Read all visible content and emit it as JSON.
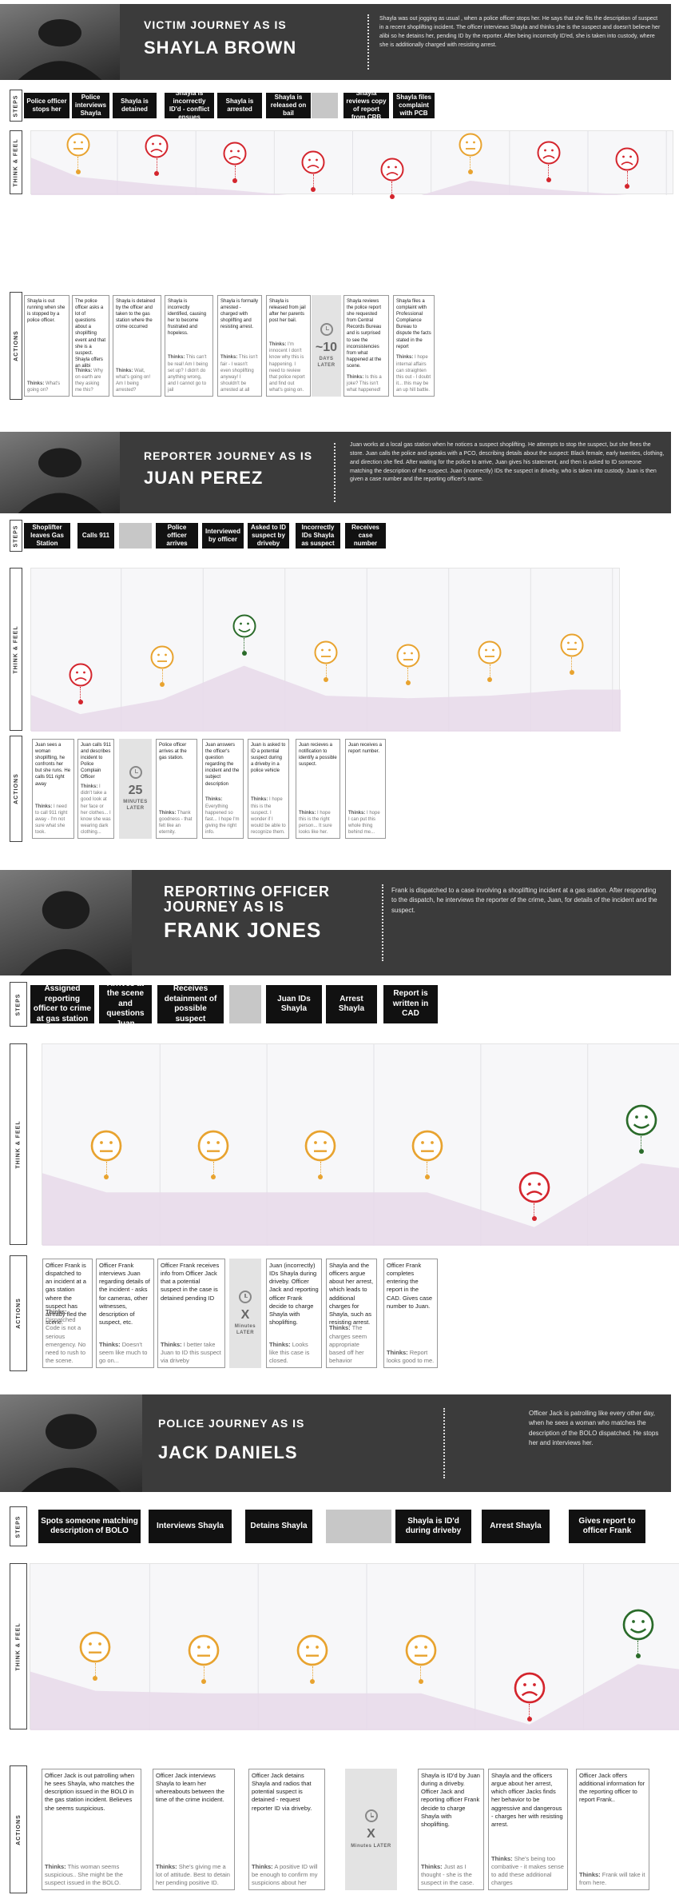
{
  "lanes": {
    "steps": "STEPS",
    "think": "THINK & FEEL",
    "actions": "ACTIONS"
  },
  "thinks_label": "Thinks:",
  "journeys": [
    {
      "id": "shayla",
      "title1": "VICTIM JOURNEY AS IS",
      "title2": "SHAYLA BROWN",
      "photo": "woman-profile-photo",
      "description": "Shayla was out jogging as usual , when a police officer stops her. He says that she fits the description of suspect in a recent shoplifting incident. The officer interviews Shayla and thinks she is the suspect and doesn't believe her alibi so he detains her, pending ID by the reporter. After being incorrectly ID'ed, she is taken into custody, where she is additionally charged with resisting arrest.",
      "steps": [
        "Police officer stops her",
        "Police interviews Shayla",
        "Shayla is detained",
        "Shayla is incorrectly ID'd - conflict ensues",
        "Shayla is arrested",
        "Shayla is released on bail",
        "",
        "Shayla reviews copy of report from CRB",
        "Shayla files complaint with PCB"
      ],
      "emotions": [
        "neutral",
        "sad",
        "sad",
        "sad",
        "sad",
        "neutral",
        "sad",
        "sad"
      ],
      "emotion_levels": [
        0.78,
        0.62,
        0.5,
        0.35,
        0.22,
        0.7,
        0.52,
        0.4
      ],
      "actions": [
        {
          "text": "Shayla is out running when she is stopped by a police officer.",
          "thinks": "What's going on?"
        },
        {
          "text": "The police officer asks a lot of questions about a shoplifting event and that she is a suspect. Shayla offers an alibi",
          "thinks": "Why on earth are they asking me this?"
        },
        {
          "text": "Shayla is detained by the officer and taken to the gas station where the crime occurred",
          "thinks": "Wait, what's going on! Am I being arrested?"
        },
        {
          "text": "Shayla is incorrectly identified, causing her to become frustrated and hopeless.",
          "thinks": "This can't be real! Am I being set up? I didn't do anything wrong, and I cannot go to jail"
        },
        {
          "text": "Shayla is formally arrested - charged with shoplifting and resisting arrest.",
          "thinks": "This isn't fair - I wasn't even shoplifting anyway! I shouldn't be arrested at all"
        },
        {
          "text": "Shayla is released from jail after her parents post her bail.",
          "thinks": "I'm innocent I don't know why this is happening. I need to review that police report and find out what's going on."
        },
        {
          "later": true,
          "big": "~10",
          "small": "DAYS LATER"
        },
        {
          "text": "Shayla reviews the police report she requested from Central Records Bureau and is surprised to see the inconsistencies from what happened at the scene.",
          "thinks": "Is this a joke? This isn't what happened!"
        },
        {
          "text": "Shayla files a complaint with Professional Compliance Bureau to dispute the facts stated in the report",
          "thinks": "I hope internal affairs can straighten this out - I doubt it... this may be an up hill battle."
        }
      ]
    },
    {
      "id": "juan",
      "title1": "REPORTER JOURNEY AS IS",
      "title2": "JUAN  PEREZ",
      "photo": "man-glasses-photo",
      "description": "Juan works at a local gas station when he notices a suspect shoplifting. He attempts to stop the suspect, but she flees the store. Juan calls the police and speaks with a PCO, describing details about the suspect: Black female, early twenties, clothing, and direction she fled. After waiting for the police to arrive, Juan gives his statement, and then is asked to ID someone matching the description of the suspect. Juan (incorrectly) IDs the suspect in driveby, who is taken into custody. Juan is then given a case number and the reporting officer's name.",
      "steps": [
        "Shoplifter leaves Gas Station",
        "Calls 911",
        "",
        "Police officer arrives",
        "Interviewed by officer",
        "Asked to ID suspect by driveby",
        "Incorrectly IDs Shayla as suspect",
        "Receives case number"
      ],
      "emotions": [
        "sad",
        "neutral",
        "happy",
        "neutral",
        "neutral",
        "neutral",
        "neutral"
      ],
      "emotion_levels": [
        0.3,
        0.42,
        0.63,
        0.45,
        0.43,
        0.45,
        0.5
      ],
      "actions": [
        {
          "text": "Juan sees a woman shoplifting, he confronts her but she runs. He calls 911 right away",
          "thinks": "I need to call 911 right away - I'm not sure what she took."
        },
        {
          "text": "Juan calls 911 and describes incident to Police Complain Officer",
          "thinks": "I didn't take a good look at her face or her clothes... I know she was wearing dark clothing..."
        },
        {
          "later": true,
          "big": "25",
          "small": "MINUTES LATER"
        },
        {
          "text": "Police officer arrives at the gas station.",
          "thinks": "Thank goodness - that felt like an eternity."
        },
        {
          "text": "Juan answers the officer's question regarding the incident and the subject description",
          "thinks": "Everything happened so fast... I hope I'm giving the right info."
        },
        {
          "text": "Juan is asked to ID a potential suspect during a driveby in a police vehicle",
          "thinks": "I hope this is the suspect. I wonder if I would be able to recognize them."
        },
        {
          "text": "Juan recieves a notification to identify a possible suspect.",
          "thinks": "I hope this is the right person... It sure looks like her."
        },
        {
          "text": "Juan receives a report number.",
          "thinks": "I hope I can put this whole thing behind me..."
        }
      ]
    },
    {
      "id": "frank",
      "title1": "REPORTING OFFICER JOURNEY AS IS",
      "title2": "FRANK JONES",
      "photo": "police-officer-photo",
      "description": "Frank is dispatched to a case involving a shoplifting incident at a gas station. After responding to the dispatch, he interviews the reporter of the crime, Juan, for details of the incident and the suspect.",
      "steps": [
        "Assigned reporting officer to crime at gas station",
        "Arrives at the scene and questions Juan",
        "Receives detainment of possible suspect",
        "",
        "Juan IDs Shayla",
        "Arrest Shayla",
        "Report is written in CAD"
      ],
      "emotions": [
        "neutral",
        "neutral",
        "neutral",
        "neutral",
        "sad",
        "happy"
      ],
      "emotion_levels": [
        0.48,
        0.48,
        0.48,
        0.48,
        0.25,
        0.62
      ],
      "actions": [
        {
          "text": "Officer Frank is dispatched to an incident at a gas station where the suspect has already fled the scene.",
          "thinks": "Dispatched Code is not a serious emergency. No need to rush to the scene."
        },
        {
          "text": "Officer Frank interviews Juan regarding details of the incident - asks for cameras, other witnesses, description of suspect, etc.",
          "thinks": "Doesn't seem like much to go on..."
        },
        {
          "text": "Officer Frank receives info from Officer Jack that a potential suspect in the case is detained pending ID",
          "thinks": "I better take Juan to ID this suspect via driveby"
        },
        {
          "later": true,
          "big": "X",
          "small": "Minutes LATER"
        },
        {
          "text": "Juan (incorrectly) IDs Shayla during driveby. Officer Jack and reporting officer Frank decide to charge Shayla with shoplifting.",
          "thinks": "Looks like this case is closed."
        },
        {
          "text": "Shayla and the officers argue about her arrest, which leads to additional charges for Shayla, such as resisting arrest.",
          "thinks": "The charges seem appropriate based off her behavior"
        },
        {
          "text": "Officer Frank completes entering the report in the CAD. Gives case number to Juan.",
          "thinks": "Report looks good to me."
        }
      ]
    },
    {
      "id": "jack",
      "title1": "POLICE JOURNEY AS IS",
      "title2": "JACK DANIELS",
      "photo": "police-officer-bw-photo",
      "description": "Officer Jack is patrolling like every other day, when he sees a woman who matches the description of the BOLO dispatched. He stops her and interviews her.",
      "steps": [
        "Spots someone matching description of BOLO",
        "Interviews Shayla",
        "Detains Shayla",
        "",
        "Shayla is ID'd during driveby",
        "Arrest Shayla",
        "Gives report to officer Frank"
      ],
      "emotions": [
        "neutral",
        "neutral",
        "neutral",
        "neutral",
        "sad",
        "happy"
      ],
      "emotion_levels": [
        0.47,
        0.45,
        0.45,
        0.45,
        0.2,
        0.62
      ],
      "actions": [
        {
          "text": "Officer Jack is out patrolling when he sees Shayla, who matches the description issued in the BOLO in the gas station incident. Believes she seems suspicious.",
          "thinks": "This woman seems suspicious.. She might be the suspect issued in the BOLO."
        },
        {
          "text": "Officer Jack interviews Shayla to learn her whereabouts between the time of the crime incident.",
          "thinks": "She's giving me a lot of attitude. Best to detain her pending positive ID."
        },
        {
          "text": "Officer Jack detains Shayla and radios that potential suspect is detained - request reporter ID via driveby.",
          "thinks": "A positive ID will be enough to confirm my suspicions about her"
        },
        {
          "later": true,
          "big": "X",
          "small": "Minutes LATER"
        },
        {
          "text": "Shayla is ID'd by Juan during a driveby. Officer Jack and reporting officer Frank decide to charge Shayla with shoplifting.",
          "thinks": "Just as I thought - she is the suspect in the case."
        },
        {
          "text": "Shayla and the officers argue about her arrest, which officer Jacks finds her behavior to be aggressive and dangerous - charges her with resisting arrest.",
          "thinks": "She's being too combative - it makes sense to add these additional charges"
        },
        {
          "text": "Officer Jack offers additional information for the reporting officer to report Frank..",
          "thinks": "Frank will take it from here."
        }
      ]
    }
  ],
  "colors": {
    "header_bg": "#3b3b3b",
    "step_bg": "#111111",
    "step_blank": "#c7c7c7",
    "neutral": "#e8a32f",
    "sad": "#d4252d",
    "happy": "#2a6b2a",
    "area": "#e7d9ea"
  }
}
